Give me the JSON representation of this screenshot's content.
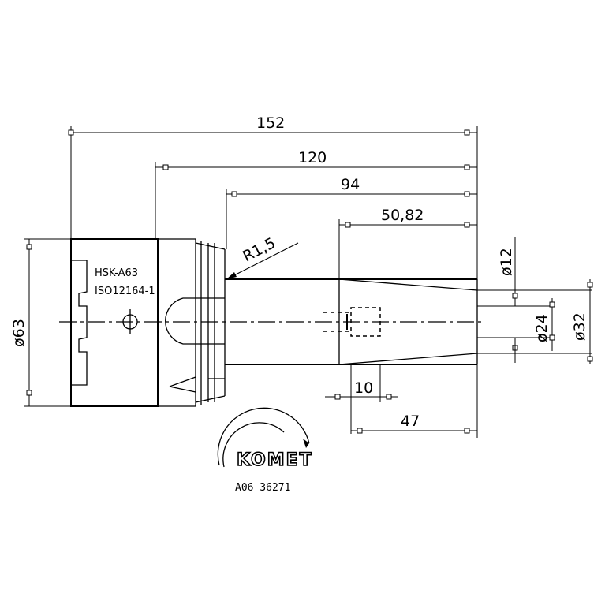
{
  "dimensions": {
    "len_152": "152",
    "len_120": "120",
    "len_94": "94",
    "len_50_82": "50,82",
    "len_10": "10",
    "len_47": "47",
    "radius": "R1,5",
    "dia_63": "ø63",
    "dia_12": "ø12",
    "dia_24": "ø24",
    "dia_32": "ø32"
  },
  "labels": {
    "interface": "HSK-A63",
    "standard": "ISO12164-1"
  },
  "logo": {
    "brand": "KOMET",
    "article_code": "A06 36271"
  }
}
